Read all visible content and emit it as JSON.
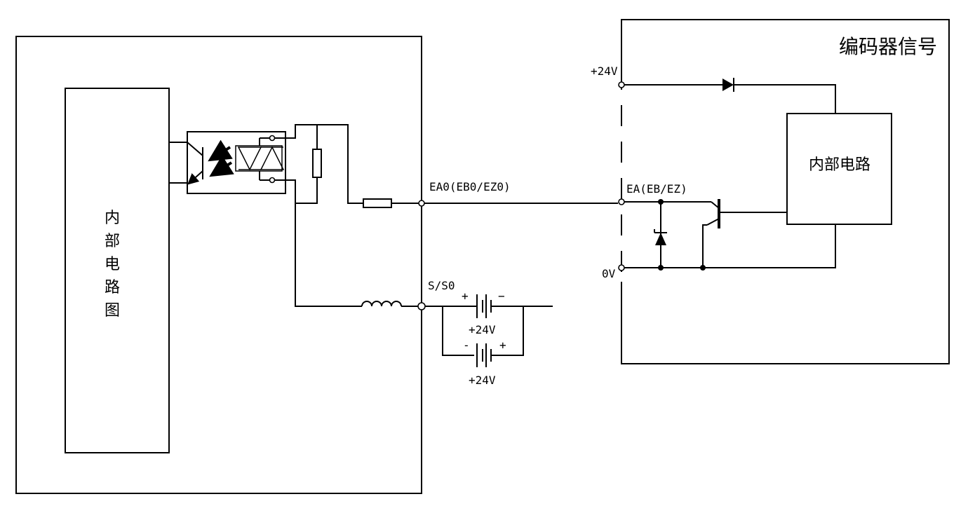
{
  "left_block": {
    "internal_circuit_label": [
      "内",
      "部",
      "电",
      "路",
      "图"
    ]
  },
  "terminals": {
    "ea0": "EA0(EB0/EZ0)",
    "s_s0": "S/S0",
    "ea": "EA(EB/EZ)",
    "plus24v": "+24V",
    "zero_v": "0V"
  },
  "supplies": {
    "upper": {
      "label": "+24V",
      "left_sign": "+",
      "right_sign": "−"
    },
    "lower": {
      "label": "+24V",
      "left_sign": "-",
      "right_sign": "+"
    }
  },
  "right_block": {
    "title": "编码器信号",
    "internal_circuit_label": "内部电路"
  }
}
